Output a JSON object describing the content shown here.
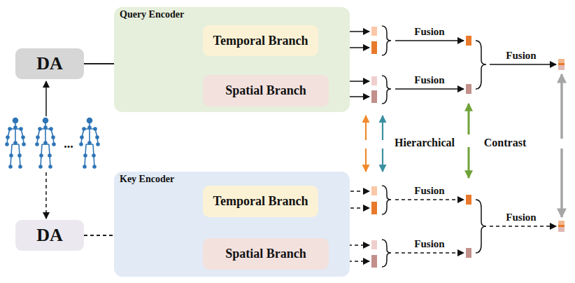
{
  "diagram": {
    "nodes": [
      {
        "text": [
          "DA"
        ]
      },
      {
        "text": [
          "Query Encoder"
        ]
      },
      {
        "text": [
          "Temporal Branch"
        ],
        "in": 1
      },
      {
        "text": [
          "Spatial Branch"
        ],
        "in": 1
      },
      {
        "text": [
          "DA"
        ]
      },
      {
        "text": [
          "Key Encoder"
        ]
      },
      {
        "text": [
          "Temporal Branch"
        ],
        "in": 5
      },
      {
        "text": [
          "Spatial Branch"
        ],
        "in": 5
      }
    ],
    "edges": [
      {
        "from": 0,
        "to": 2,
        "arrow": "to"
      },
      {
        "from": 0,
        "to": 3,
        "arrow": "to"
      },
      {
        "from": 4,
        "to": 6,
        "arrow": "to"
      },
      {
        "from": 4,
        "to": 7,
        "arrow": "to"
      }
    ],
    "labels": [
      "...",
      "Fusion",
      "Fusion",
      "Fusion",
      "Hierarchical",
      "Contrast",
      "Fusion",
      "Fusion",
      "Fusion"
    ]
  }
}
